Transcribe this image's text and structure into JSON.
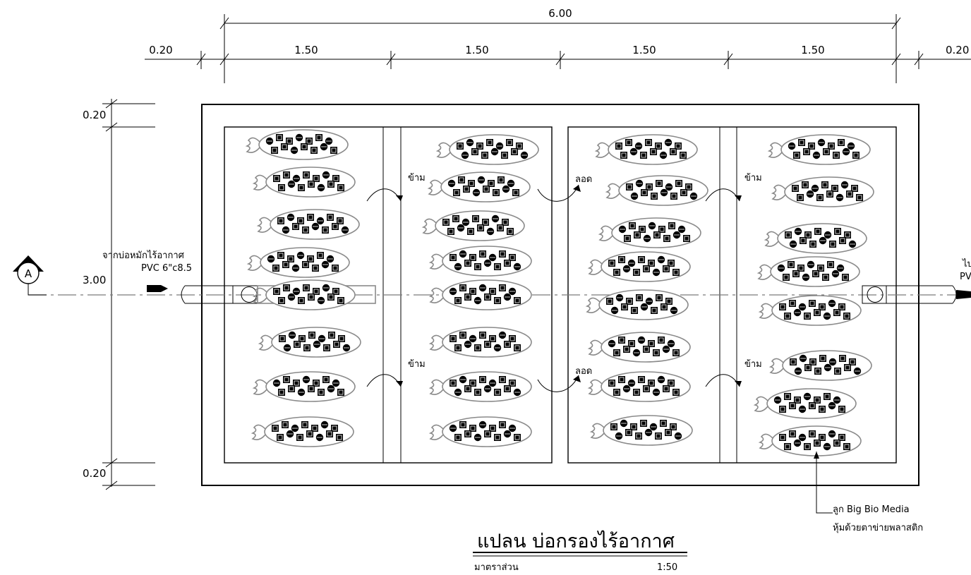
{
  "dimensions": {
    "top_total": "6.00",
    "top_left_edge": "0.20",
    "top_segments": [
      "1.50",
      "1.50",
      "1.50",
      "1.50"
    ],
    "top_right_edge": "0.20",
    "left_top": "0.20",
    "left_middle": "3.00",
    "left_bottom": "0.20"
  },
  "section_marker": {
    "letter": "A"
  },
  "inlet": {
    "line1": "จากบ่อหมักไร้อากาศ",
    "line2": "PVC 6\"c8.5"
  },
  "outlet": {
    "line1": "ไป",
    "line2": "PV"
  },
  "flow_labels": {
    "over": "ข้าม",
    "under": "ลอด"
  },
  "media_note": {
    "line1": "ลูก Big Bio Media",
    "line2": "หุ้มด้วยตาข่ายพลาสติก"
  },
  "title": "แปลน บ่อกรองไร้อากาศ",
  "scale": {
    "label": "มาตราส่วน",
    "value": "1:50"
  },
  "colors": {
    "line": "#000000",
    "media_outline": "#8a8a8a",
    "centerline": "#7a7a7a"
  }
}
